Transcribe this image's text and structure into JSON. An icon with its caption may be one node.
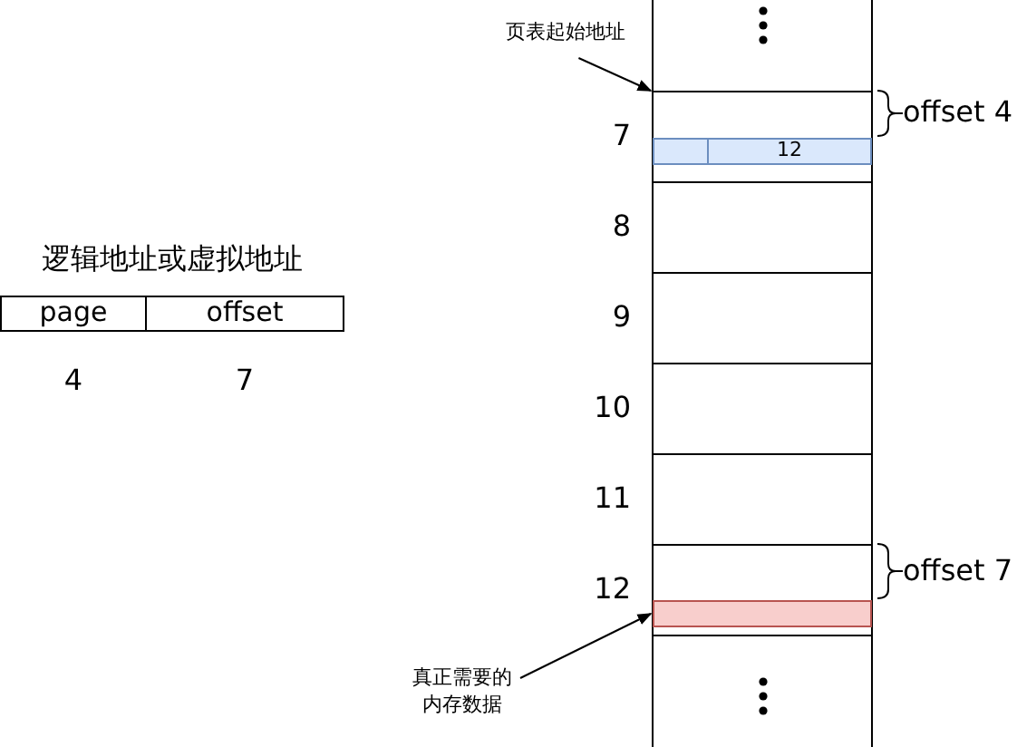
{
  "diagram": {
    "nodes": [
      {
        "text": [
          "页表起始地址"
        ]
      },
      {
        "text": [],
        "shape": "box",
        "beside": [
          "7"
        ]
      },
      {
        "text": [
          "12"
        ],
        "in": 1
      },
      {
        "text": [],
        "shape": "box",
        "beside": [
          "8"
        ]
      },
      {
        "text": [],
        "shape": "box",
        "beside": [
          "9"
        ]
      },
      {
        "text": [],
        "shape": "box",
        "beside": [
          "10"
        ]
      },
      {
        "text": [],
        "shape": "box",
        "beside": [
          "11"
        ]
      },
      {
        "text": [],
        "shape": "box",
        "beside": [
          "12"
        ]
      },
      {
        "text": [],
        "shape": "bar",
        "in": 7
      },
      {
        "text": [
          "真正需要的内存数据"
        ]
      },
      {
        "text": [
          "page"
        ],
        "beside": [
          "4"
        ]
      },
      {
        "text": [
          "offset"
        ],
        "beside": [
          "7"
        ]
      }
    ],
    "edges": [
      {
        "from": 0,
        "to": 1,
        "arrow": "to"
      },
      {
        "from": 9,
        "to": 8,
        "arrow": "to"
      }
    ],
    "labels": [
      "逻辑地址或虚拟地址",
      "offset 4",
      "offset 7"
    ]
  }
}
